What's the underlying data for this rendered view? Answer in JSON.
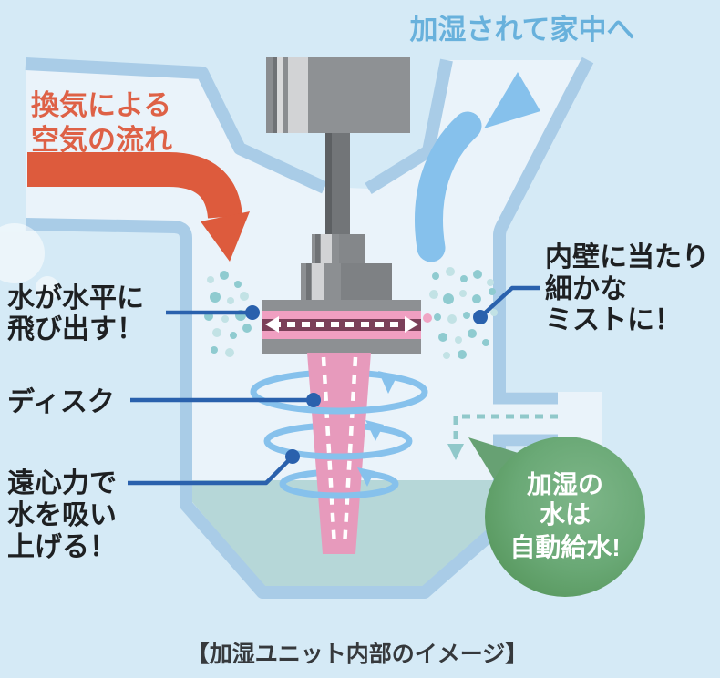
{
  "caption": "【加湿ユニット内部のイメージ】",
  "flow_labels": {
    "humidified_out": "加湿されて家中へ",
    "ventilation_l1": "換気による",
    "ventilation_l2": "空気の流れ"
  },
  "part_labels": {
    "spray_l1": "水が水平に",
    "spray_l2": "飛び出す！",
    "disk": "ディスク",
    "centrifugal_l1": "遠心力で",
    "centrifugal_l2": "水を吸い",
    "centrifugal_l3": "上げる！",
    "mist_l1": "内壁に当たり",
    "mist_l2": "細かな",
    "mist_l3": "ミストに！"
  },
  "bubble": {
    "l1": "加湿の",
    "l2": "水は",
    "l3": "自動給水!"
  },
  "colors": {
    "background": "#d5eaf6",
    "vessel_interior": "#eaf3fa",
    "wall_blue": "#a9cce7",
    "water_teal": "#b6d7d8",
    "orange": "#dd5b3d",
    "orange_text": "#de6146",
    "air_blue": "#86c1ec",
    "flow_text_blue": "#68b1dc",
    "leader_blue": "#2a61ad",
    "mist_teal": "#8fcbd0",
    "mist_teal_light": "#c2e2e5",
    "supply_dash_teal": "#90c8ca",
    "disk_pink": "#f09fc1",
    "disk_maroon": "#7b4059",
    "cone_pink": "#e79abc",
    "motor_gray": "#8e9194",
    "bubble_green": "#5d9c6b",
    "label_black": "#1e2022",
    "caption_gray": "#36393c"
  }
}
